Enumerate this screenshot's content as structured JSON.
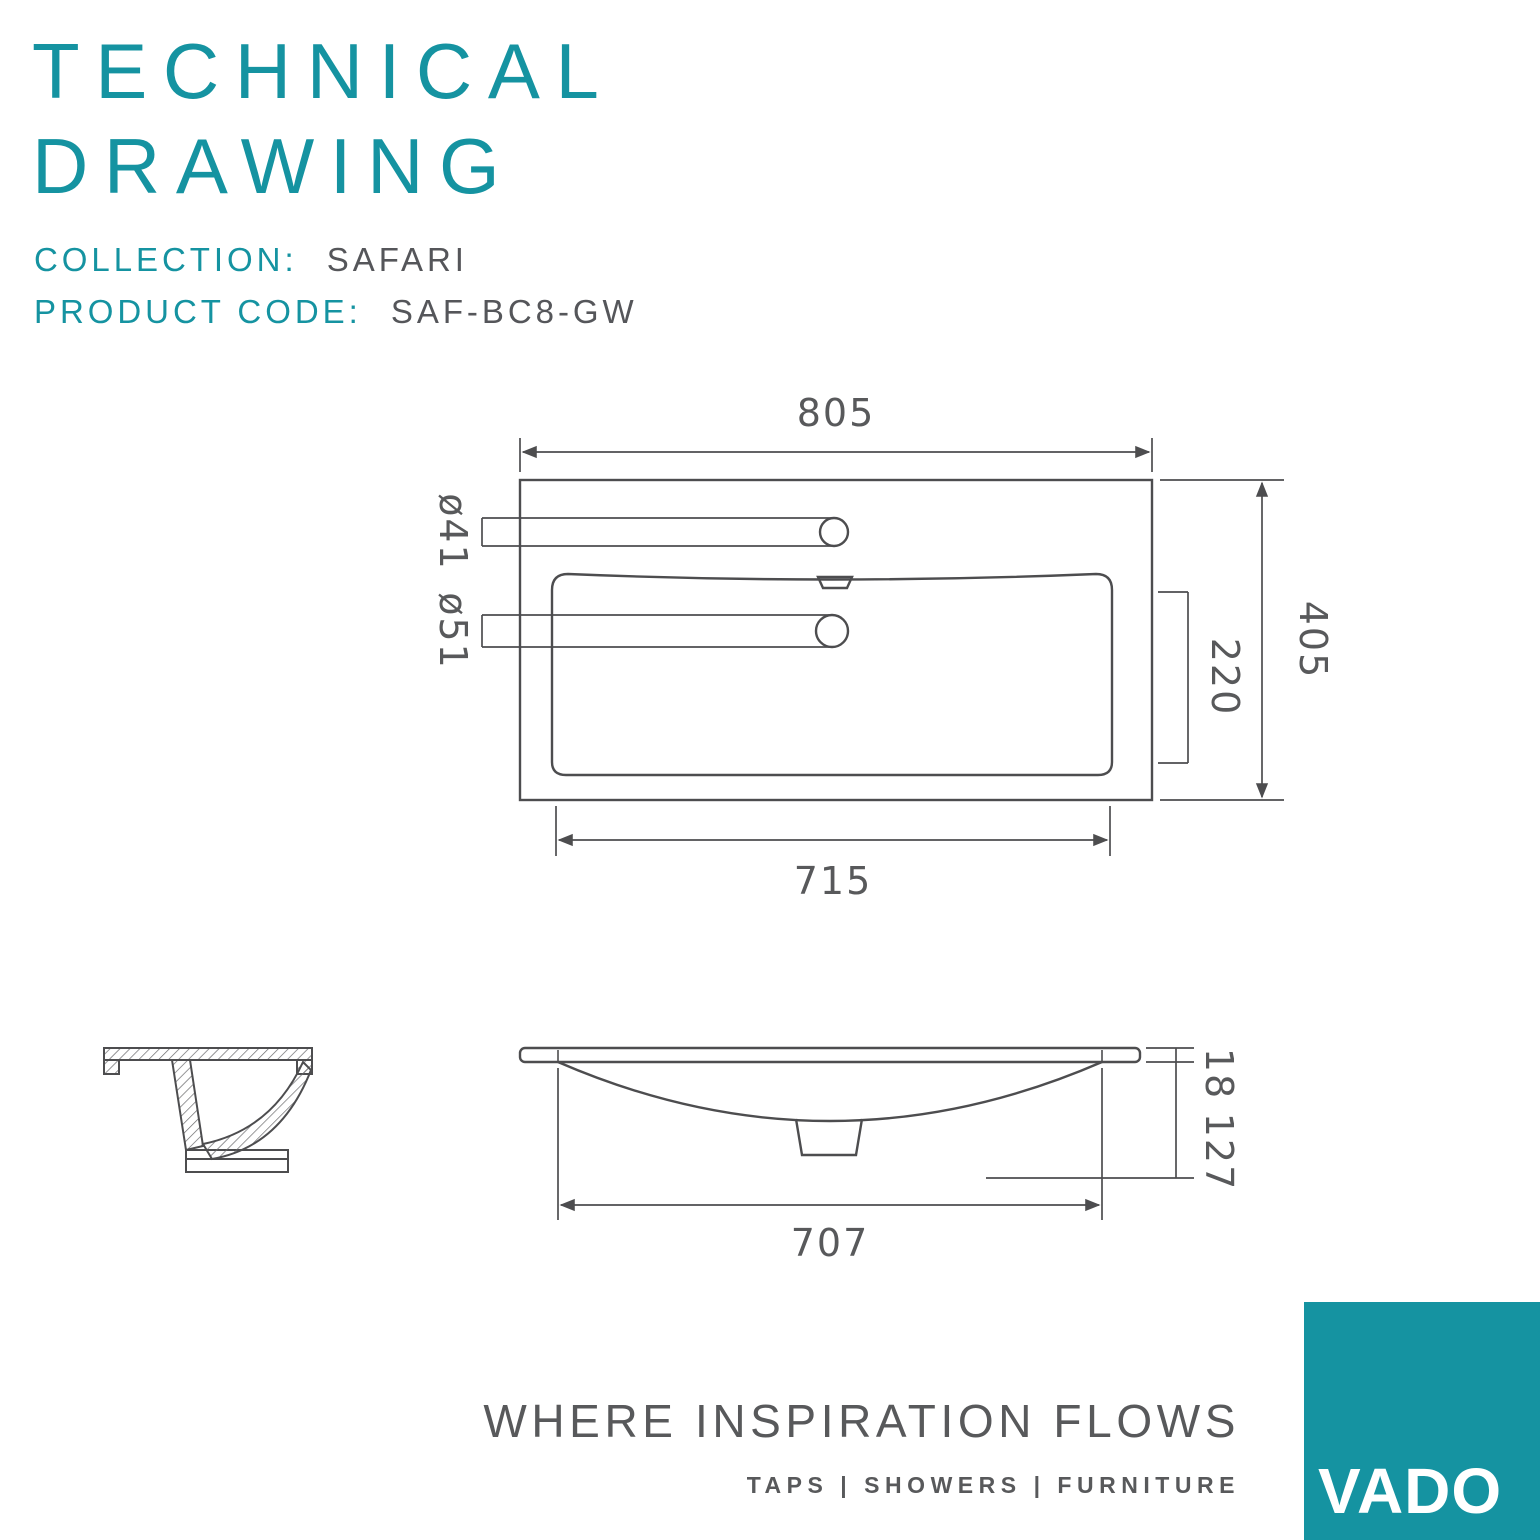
{
  "header": {
    "title_line1": "TECHNICAL",
    "title_line2": "DRAWING",
    "collection_label": "COLLECTION:",
    "collection_value": "SAFARI",
    "product_label": "PRODUCT CODE:",
    "product_value": "SAF-BC8-GW"
  },
  "drawing": {
    "top_view": {
      "width_mm": "805",
      "depth_mm": "405",
      "bowl_depth_mm": "220",
      "bowl_width_mm": "715",
      "tap_hole_dia": "ø41",
      "waste_hole_dia": "ø51"
    },
    "front_view": {
      "rim_height_mm": "18",
      "bowl_depth_mm": "127",
      "bowl_width_mm": "707"
    }
  },
  "footer": {
    "tagline": "WHERE INSPIRATION FLOWS",
    "categories": "TAPS | SHOWERS | FURNITURE",
    "logo_text": "VADO"
  },
  "colors": {
    "brand_teal": "#1593a1",
    "line_color": "#4d4d4f",
    "dim_text_color": "#58595b"
  }
}
